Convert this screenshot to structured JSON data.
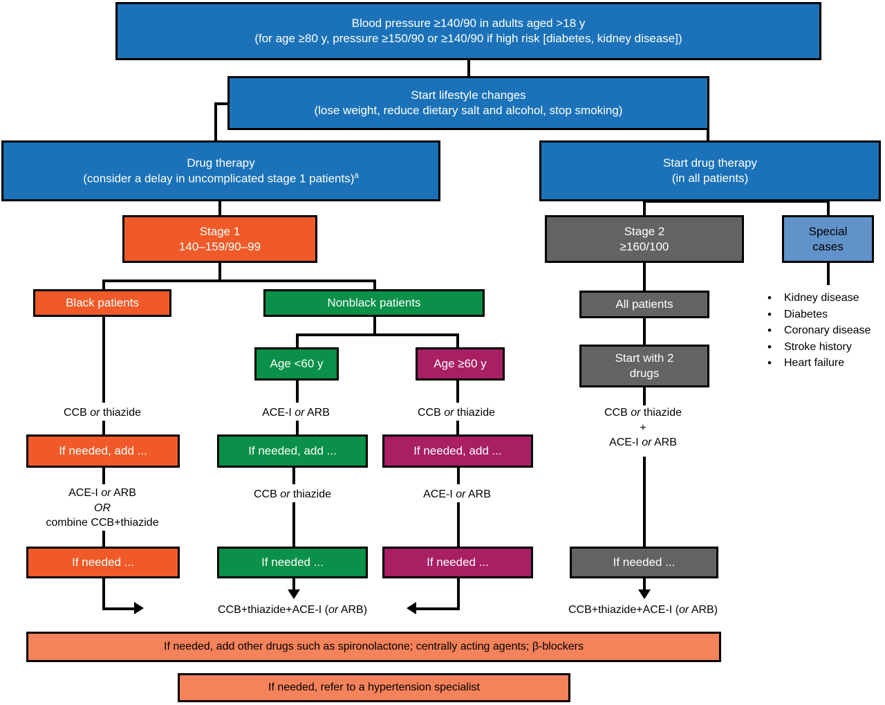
{
  "diagram": {
    "title": "Hypertension treatment algorithm flowchart",
    "colors": {
      "blue": "#1b72b8",
      "light_blue": "#6192c9",
      "orange": "#ef5a28",
      "green": "#0a9048",
      "magenta": "#a81f64",
      "gray": "#636363",
      "salmon": "#f4825a",
      "line": "#000000"
    }
  },
  "nodes": {
    "entry": {
      "line1": "Blood pressure ≥140/90 in adults aged >18 y",
      "line2": "(for age ≥80 y, pressure ≥150/90 or ≥140/90 if high risk [diabetes, kidney disease])"
    },
    "lifestyle": {
      "line1": "Start lifestyle changes",
      "line2": "(lose weight, reduce dietary salt and alcohol, stop smoking)"
    },
    "drug_therapy_left": {
      "line1": "Drug therapy",
      "line2": "(consider a delay in uncomplicated stage 1 patients)",
      "footnote": "a"
    },
    "drug_therapy_right": {
      "line1": "Start drug therapy",
      "line2": "(in all patients)"
    },
    "stage1": {
      "line1": "Stage 1",
      "line2": "140–159/90–99"
    },
    "stage2": {
      "line1": "Stage 2",
      "line2": "≥160/100"
    },
    "special_cases": {
      "line1": "Special",
      "line2": "cases"
    },
    "black_patients": {
      "label": "Black patients"
    },
    "nonblack_patients": {
      "label": "Nonblack patients"
    },
    "age_under60": {
      "label": "Age <60 y"
    },
    "age_over60": {
      "label": "Age ≥60 y"
    },
    "all_patients": {
      "label": "All patients"
    },
    "start_two_drugs": {
      "line1": "Start with 2",
      "line2": "drugs"
    },
    "if_needed_add_black": {
      "label": "If needed, add ..."
    },
    "if_needed_add_under60": {
      "label": "If needed, add ..."
    },
    "if_needed_add_over60": {
      "label": "If needed, add ..."
    },
    "if_needed_black": {
      "label": "If needed ..."
    },
    "if_needed_under60": {
      "label": "If needed ..."
    },
    "if_needed_over60": {
      "label": "If needed ..."
    },
    "if_needed_stage2": {
      "label": "If needed ..."
    },
    "add_other_drugs": {
      "label_pre": "If needed, add other drugs such as spironolactone; centrally acting agents; ",
      "label_beta": "β",
      "label_post": "-blockers"
    },
    "refer_specialist": {
      "label": "If needed, refer to a hypertension specialist"
    }
  },
  "edge_labels": {
    "black_first": {
      "pre": "CCB ",
      "it": "or",
      "post": " thiazide"
    },
    "under60_first": {
      "pre": "ACE-I ",
      "it": "or",
      "post": " ARB"
    },
    "over60_first": {
      "pre": "CCB ",
      "it": "or",
      "post": " thiazide"
    },
    "stage2_first": {
      "l1_pre": "CCB ",
      "l1_it": "or",
      "l1_post": " thiazide",
      "l2": "+",
      "l3_pre": "ACE-I ",
      "l3_it": "or",
      "l3_post": " ARB"
    },
    "black_second": {
      "l1_pre": "ACE-I ",
      "l1_it": "or",
      "l1_post": " ARB",
      "l2_it": "OR",
      "l3": "combine CCB+thiazide"
    },
    "under60_second": {
      "pre": "CCB ",
      "it": "or",
      "post": " thiazide"
    },
    "over60_second": {
      "pre": "ACE-I ",
      "it": "or",
      "post": " ARB"
    },
    "triple_center": {
      "pre": "CCB+thiazide+ACE-I (",
      "it": "or",
      "post": " ARB)"
    },
    "triple_right": {
      "pre": "CCB+thiazide+ACE-I (",
      "it": "or",
      "post": " ARB)"
    }
  },
  "special_cases_list": {
    "items": [
      "Kidney disease",
      "Diabetes",
      "Coronary disease",
      "Stroke history",
      "Heart failure"
    ]
  }
}
